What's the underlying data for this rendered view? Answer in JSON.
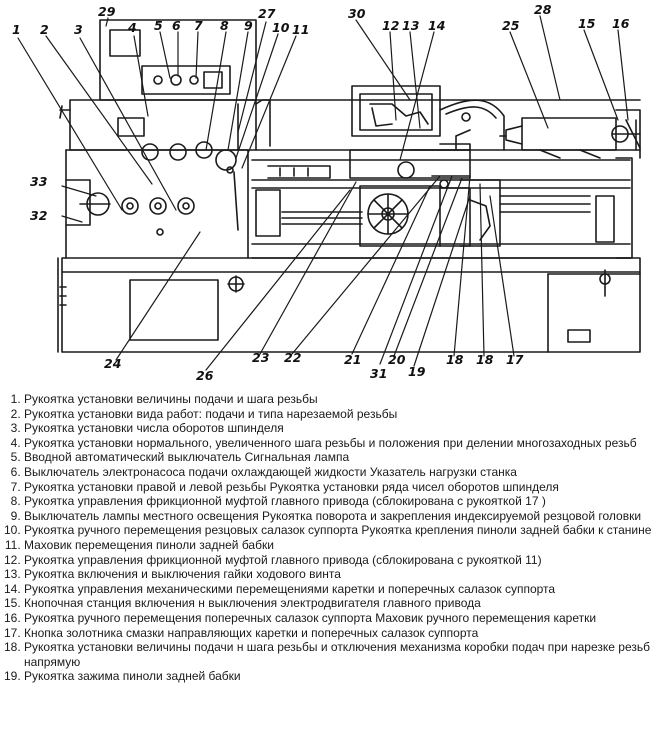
{
  "callouts": [
    "1",
    "2",
    "3",
    "4",
    "5",
    "6",
    "7",
    "8",
    "9",
    "10",
    "11",
    "12",
    "13",
    "14",
    "15",
    "16",
    "17",
    "18",
    "19",
    "20",
    "21",
    "22",
    "23",
    "24",
    "25",
    "26",
    "27",
    "28",
    "29",
    "30",
    "31",
    "32",
    "33"
  ],
  "legend": [
    "Рукоятка установки величины подачи и шага резьбы",
    "Рукоятка установки вида работ: подачи и типа нарезаемой резьбы",
    "Рукоятка установки числа оборотов шпинделя",
    "Рукоятка установки нормального, увеличенного шага резьбы и положения при делении многозаходных резьб",
    "Вводной автоматический выключатель Сигнальная лампа",
    "Выключатель электронасоса подачи охлаждающей жидкости Указатель нагрузки станка",
    "Рукоятка установки правой и левой резьбы Рукоятка установки ряда чисел оборотов шпинделя",
    "Рукоятка управления фрикционной муфтой главного привода (сблокирована с рукояткой 17 )",
    "Выключатель лампы местного освещения Рукоятка поворота и закрепления индексируемой резцовой головки",
    "Рукоятка ручного перемещения резцовых салазок суппорта Рукоятка крепления пиноли задней бабки к станине",
    "Маховик перемещения пиноли задней бабки",
    "Рукоятка управления фрикционной муфтой главного привода (сблокирована с рукояткой 11)",
    "Рукоятка включения и выключения гайки ходового винта",
    "Рукоятка управления механическими перемещениями каретки и поперечных салазок суппорта",
    "Кнопочная станция включения н выключения электродвигателя главного привода",
    "Рукоятка ручного перемещения поперечных салазок суппорта Маховик ручного перемещения каретки",
    "Кнопка золотника смазки направляющих каретки и поперечных салазок суппорта",
    "Рукоятка установки величины подачи н шага резьбы и отключения механизма коробки подач при нарезке резьб напрямую",
    "Рукоятка зажима пиноли задней бабки"
  ]
}
